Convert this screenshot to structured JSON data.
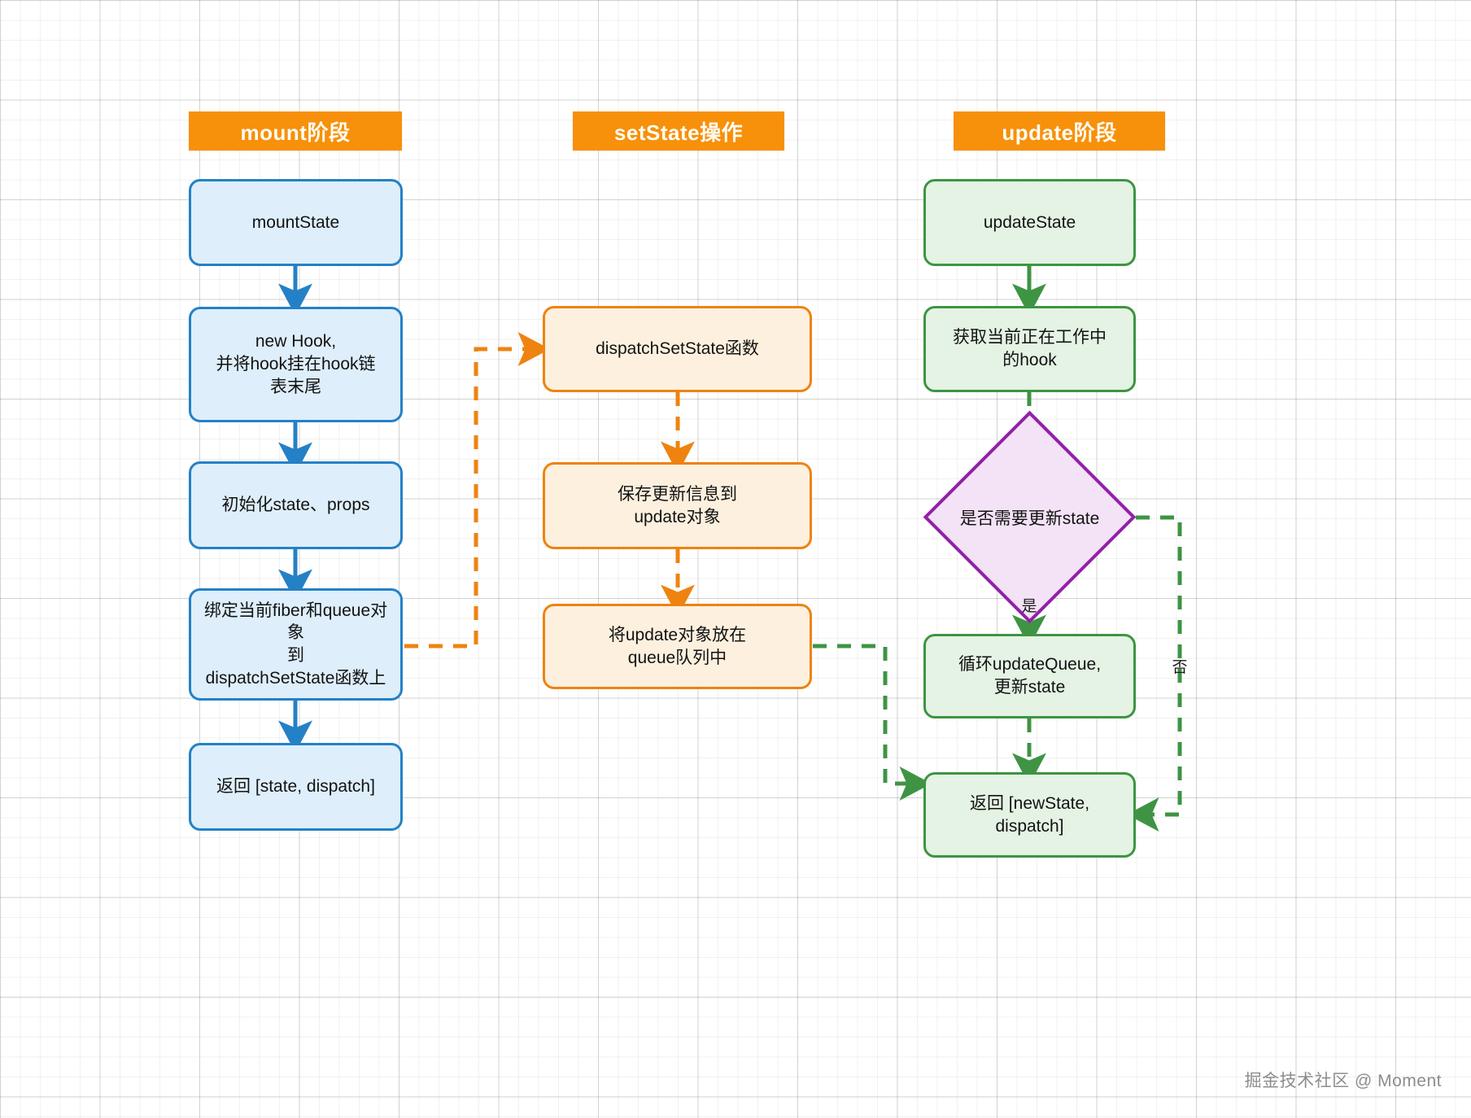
{
  "diagram": {
    "title": "React useState mount / setState / update flow",
    "columns": [
      {
        "id": "mount",
        "header": "mount阶段",
        "header_color": "#F7900B",
        "node_fill": "#DEEEFB",
        "node_stroke": "#2481C6",
        "nodes": [
          {
            "id": "mountState",
            "label": "mountState"
          },
          {
            "id": "newHook",
            "label": "new Hook,\n并将hook挂在hook链\n表末尾"
          },
          {
            "id": "initState",
            "label": "初始化state、props"
          },
          {
            "id": "bindFiber",
            "label": "绑定当前fiber和queue对象\n到\ndispatchSetState函数上"
          },
          {
            "id": "returnState",
            "label": "返回 [state, dispatch]"
          }
        ]
      },
      {
        "id": "setstate",
        "header": "setState操作",
        "header_color": "#F7900B",
        "node_fill": "#FDF0DE",
        "node_stroke": "#EE8310",
        "nodes": [
          {
            "id": "dispatchSetState",
            "label": "dispatchSetState函数"
          },
          {
            "id": "saveUpdate",
            "label": "保存更新信息到\nupdate对象"
          },
          {
            "id": "enqueueUpdate",
            "label": "将update对象放在\nqueue队列中"
          }
        ]
      },
      {
        "id": "update",
        "header": "update阶段",
        "header_color": "#F7900B",
        "node_fill": "#E4F3E3",
        "node_stroke": "#3E9443",
        "nodes": [
          {
            "id": "updateState",
            "label": "updateState"
          },
          {
            "id": "getWorkingHook",
            "label": "获取当前正在工作中\n的hook"
          },
          {
            "id": "needUpdate",
            "label": "是否需要更新state",
            "shape": "diamond",
            "fill": "#F4E3F6",
            "stroke": "#9122A8"
          },
          {
            "id": "loopQueue",
            "label": "循环updateQueue,\n更新state"
          },
          {
            "id": "returnNewState",
            "label": "返回 [newState, dispatch]"
          }
        ]
      }
    ],
    "edge_labels": {
      "yes": "是",
      "no": "否"
    },
    "watermark": "掘金技术社区 @ Moment"
  }
}
